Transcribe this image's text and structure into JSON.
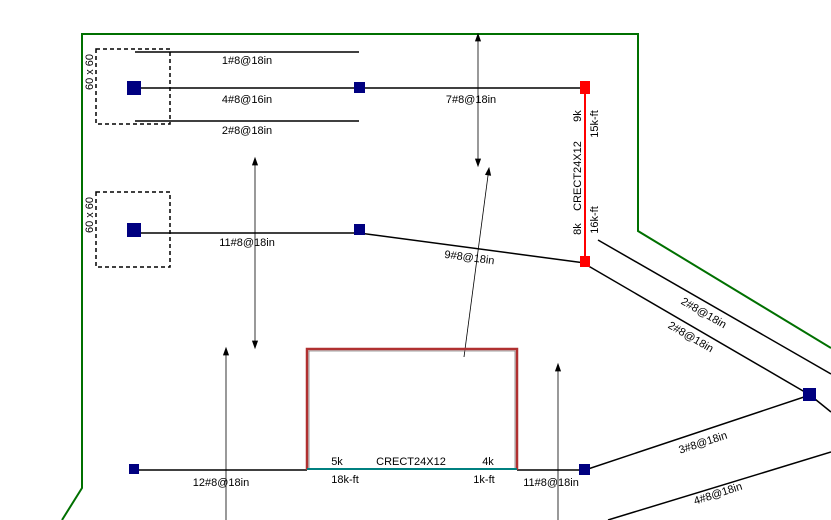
{
  "colors": {
    "boundary": "#007000",
    "support": "#000080",
    "support_alt": "#ff0000",
    "strip": "#000000",
    "beam_top": "#b03030",
    "beam_bottom": "#008080",
    "background": "#ffffff"
  },
  "columns": {
    "col1_label": "60 x 60",
    "col2_label": "60 x 60"
  },
  "strips": {
    "top_upper": "1#8@18in",
    "top_mid_left": "4#8@16in",
    "top_mid_right": "7#8@18in",
    "top_lower": "2#8@18in",
    "mid_left": "11#8@18in",
    "mid_right": "9#8@18in",
    "diag_upper": "2#8@18in",
    "diag_lower": "2#8@18in",
    "bottom_left": "12#8@18in",
    "bottom_right": "11#8@18in",
    "lower_diag_1": "3#8@18in",
    "lower_diag_2": "4#8@18in"
  },
  "vertical_beam": {
    "section": "CRECT24X12",
    "top_force": "9k",
    "top_moment": "15k-ft",
    "bottom_force": "8k",
    "bottom_moment": "16k-ft"
  },
  "portal_beam": {
    "section": "CRECT24X12",
    "left_force": "5k",
    "left_moment": "18k-ft",
    "right_force": "4k",
    "right_moment": "1k-ft"
  }
}
